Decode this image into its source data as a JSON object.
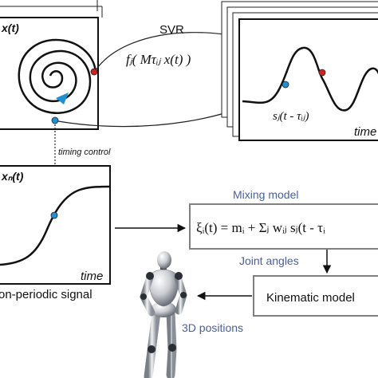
{
  "periodic_panel": {
    "label": "x(t)"
  },
  "svr_label": "SVR",
  "svr_formula": "fⱼ( Mτᵢⱼ x(t) )",
  "timing_control": "timing control",
  "signal_panel": {
    "label": "sⱼ(t - τᵢⱼ)",
    "time_label": "time"
  },
  "nonperiodic_panel": {
    "label": "xₙ(t)",
    "time_label": "time",
    "caption": "on-periodic signal"
  },
  "mixing_model": {
    "title": "Mixing model",
    "equation": "ξᵢ(t) = mᵢ + Σⱼ wᵢⱼ sⱼ(t - τᵢ"
  },
  "joint_angles": "Joint angles",
  "kinematic_model": "Kinematic model",
  "positions_3d": "3D positions",
  "colors": {
    "accent_blue": "#1f8fd6",
    "accent_red": "#d21f1f",
    "label_blue": "#4a5fa0",
    "box_border": "#808080"
  }
}
